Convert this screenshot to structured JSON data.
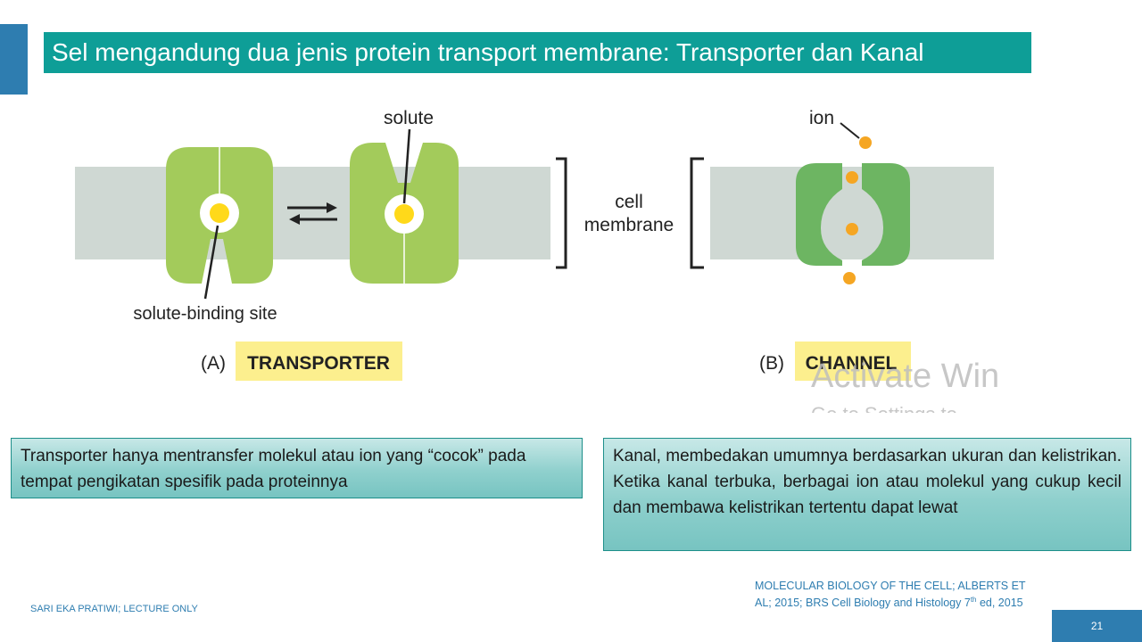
{
  "title": "Sel mengandung dua jenis protein transport membrane: Transporter dan Kanal",
  "figure": {
    "solute_label": "solute",
    "ion_label": "ion",
    "cell_membrane_line1": "cell",
    "cell_membrane_line2": "membrane",
    "binding_site_label": "solute-binding site",
    "panel_a_letter": "(A)",
    "panel_a_name": "TRANSPORTER",
    "panel_b_letter": "(B)",
    "panel_b_name": "CHANNEL",
    "watermark_line1": "Activate Win",
    "watermark_line2": "Go to Settings to",
    "colors": {
      "membrane": "#CFD8D3",
      "transporter_green": "#A3CB5B",
      "channel_green": "#6DB562",
      "solute_yellow": "#FFD91A",
      "ion_orange": "#F5A623",
      "label_highlight": "#FCEF8E"
    }
  },
  "left_box_text": "Transporter hanya mentransfer molekul atau ion yang “cocok” pada tempat pengikatan spesifik pada proteinnya",
  "right_box_text": "Kanal, membedakan umumnya berdasarkan ukuran dan kelistrikan. Ketika kanal terbuka, berbagai ion atau molekul yang cukup kecil dan membawa kelistrikan tertentu dapat lewat",
  "citation_main": "MOLECULAR BIOLOGY OF THE CELL; ALBERTS ET AL; 2015;  BRS Cell Biology and Histology 7",
  "citation_sup": "th",
  "citation_end": " ed, 2015",
  "footer_author": "SARI EKA PRATIWI; LECTURE ONLY",
  "page_number": "21",
  "colors": {
    "title_bg": "#0E9E97",
    "accent_blue": "#2E7DB0",
    "box_border": "#1E8F8A"
  }
}
